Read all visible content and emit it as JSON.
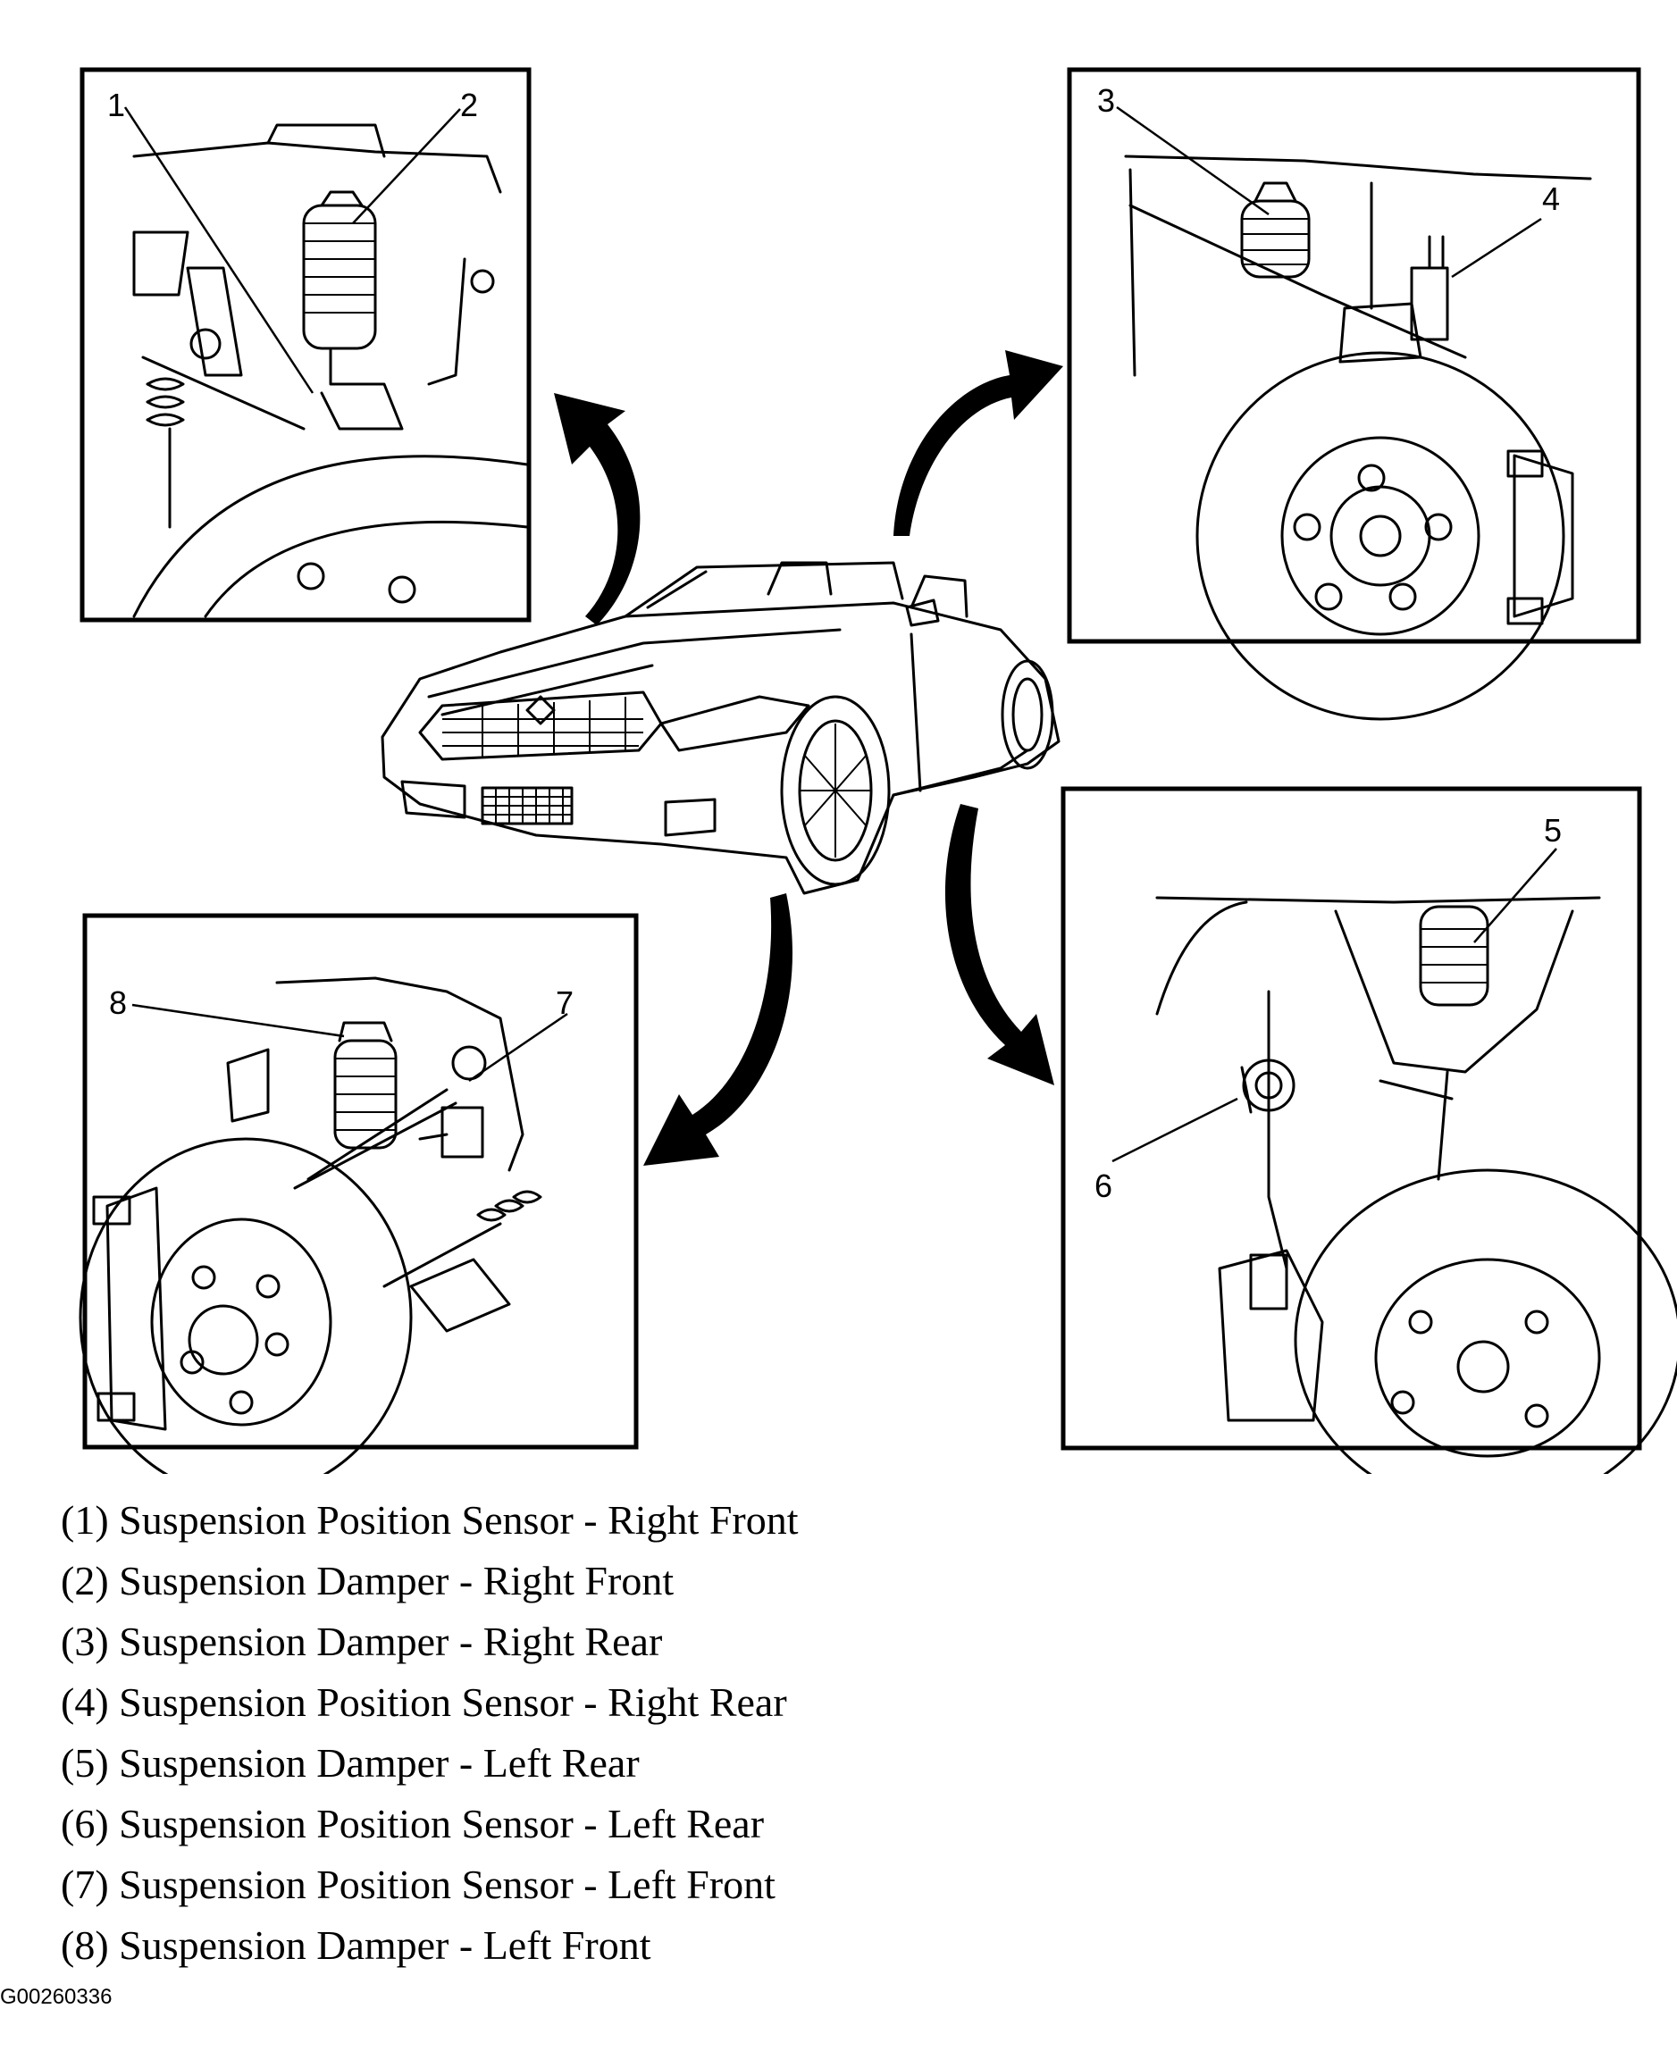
{
  "callouts": {
    "c1": "1",
    "c2": "2",
    "c3": "3",
    "c4": "4",
    "c5": "5",
    "c6": "6",
    "c7": "7",
    "c8": "8"
  },
  "legend": [
    "(1) Suspension Position Sensor - Right Front",
    "(2) Suspension Damper - Right Front",
    "(3) Suspension Damper - Right Rear",
    "(4) Suspension Position Sensor - Right Rear",
    "(5) Suspension Damper - Left Rear",
    "(6) Suspension Position Sensor - Left Rear",
    "(7) Suspension Position Sensor - Left Front",
    "(8) Suspension Damper - Left Front"
  ],
  "figure_id": "G00260336",
  "colors": {
    "ink": "#000000",
    "paper": "#ffffff"
  }
}
